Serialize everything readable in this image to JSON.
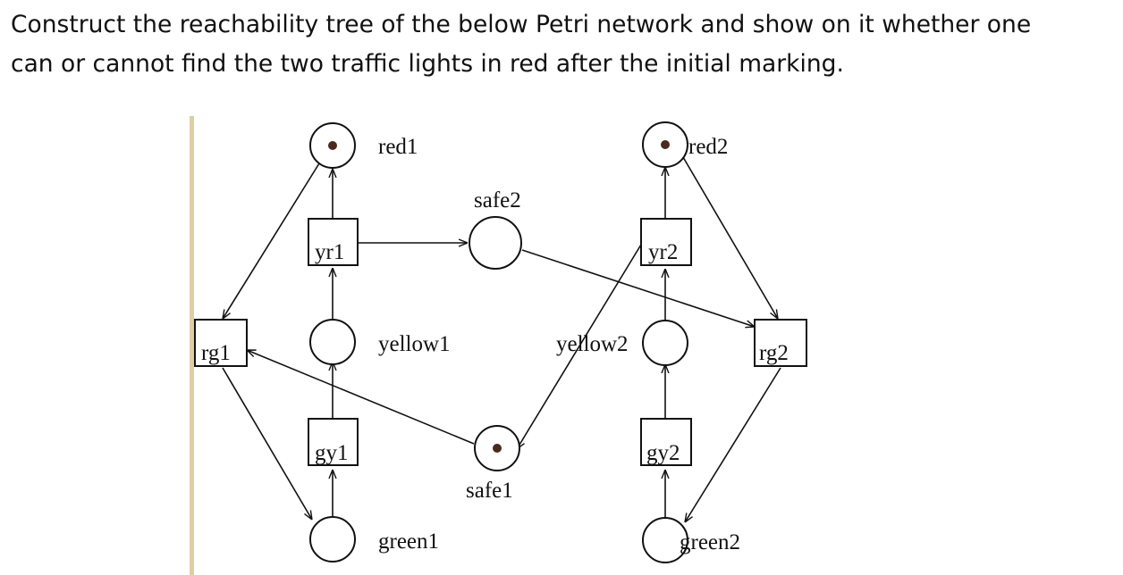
{
  "question": {
    "line1": "Construct the reachability tree of the below Petri network and show on it whether one",
    "line2": "can or cannot find the two traffic lights in red after the initial marking."
  },
  "petri_net": {
    "places": {
      "red1": {
        "label": "red1",
        "tokens": 1
      },
      "yellow1": {
        "label": "yellow1",
        "tokens": 0
      },
      "green1": {
        "label": "green1",
        "tokens": 0
      },
      "safe1": {
        "label": "safe1",
        "tokens": 1
      },
      "safe2": {
        "label": "safe2",
        "tokens": 0
      },
      "red2": {
        "label": "red2",
        "tokens": 1
      },
      "yellow2": {
        "label": "yellow2",
        "tokens": 0
      },
      "green2": {
        "label": "green2",
        "tokens": 0
      }
    },
    "transitions": {
      "rg1": {
        "label": "rg1"
      },
      "gy1": {
        "label": "gy1"
      },
      "yr1": {
        "label": "yr1"
      },
      "rg2": {
        "label": "rg2"
      },
      "gy2": {
        "label": "gy2"
      },
      "yr2": {
        "label": "yr2"
      }
    },
    "arcs": [
      {
        "from": "red1",
        "to": "rg1"
      },
      {
        "from": "safe1",
        "to": "rg1"
      },
      {
        "from": "rg1",
        "to": "green1"
      },
      {
        "from": "green1",
        "to": "gy1"
      },
      {
        "from": "gy1",
        "to": "yellow1"
      },
      {
        "from": "yellow1",
        "to": "yr1"
      },
      {
        "from": "yr1",
        "to": "red1"
      },
      {
        "from": "yr1",
        "to": "safe2"
      },
      {
        "from": "red2",
        "to": "rg2"
      },
      {
        "from": "safe2",
        "to": "rg2"
      },
      {
        "from": "rg2",
        "to": "green2"
      },
      {
        "from": "green2",
        "to": "gy2"
      },
      {
        "from": "gy2",
        "to": "yellow2"
      },
      {
        "from": "yellow2",
        "to": "yr2"
      },
      {
        "from": "yr2",
        "to": "red2"
      },
      {
        "from": "yr2",
        "to": "safe1"
      }
    ]
  }
}
